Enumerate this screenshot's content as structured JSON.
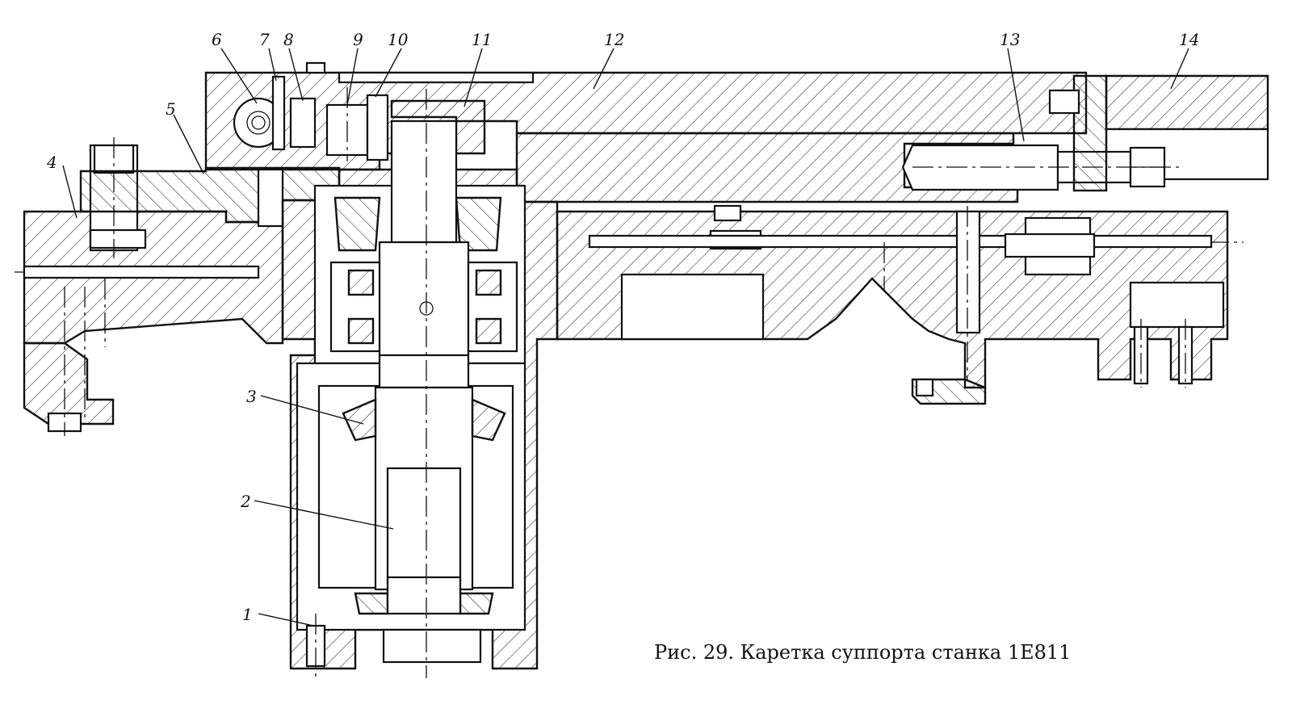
{
  "figure": {
    "caption": "Рис. 29. Каретка суппорта станка 1Е811",
    "labels": [
      "1",
      "2",
      "3",
      "4",
      "5",
      "6",
      "7",
      "8",
      "9",
      "10",
      "11",
      "12",
      "13",
      "14"
    ]
  }
}
